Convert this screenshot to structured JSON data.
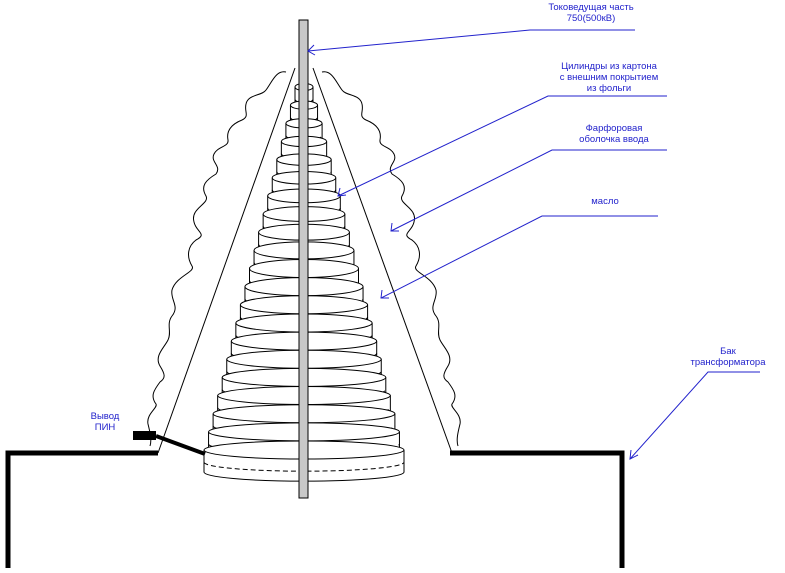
{
  "labels": {
    "conductor": [
      "Токоведущая часть",
      "750(500кВ)"
    ],
    "cylinders": [
      "Цилиндры из картона",
      "с внешним покрытием",
      "из фольги"
    ],
    "porcelain": [
      "Фарфоровая",
      "оболочка ввода"
    ],
    "oil": [
      "масло"
    ],
    "tank": [
      "Бак",
      "трансформатора"
    ],
    "pin": [
      "Вывод",
      "ПИН"
    ]
  },
  "colors": {
    "annotation": "#2222cc",
    "conductor_fill": "#c8c8c8",
    "line": "#000000"
  }
}
